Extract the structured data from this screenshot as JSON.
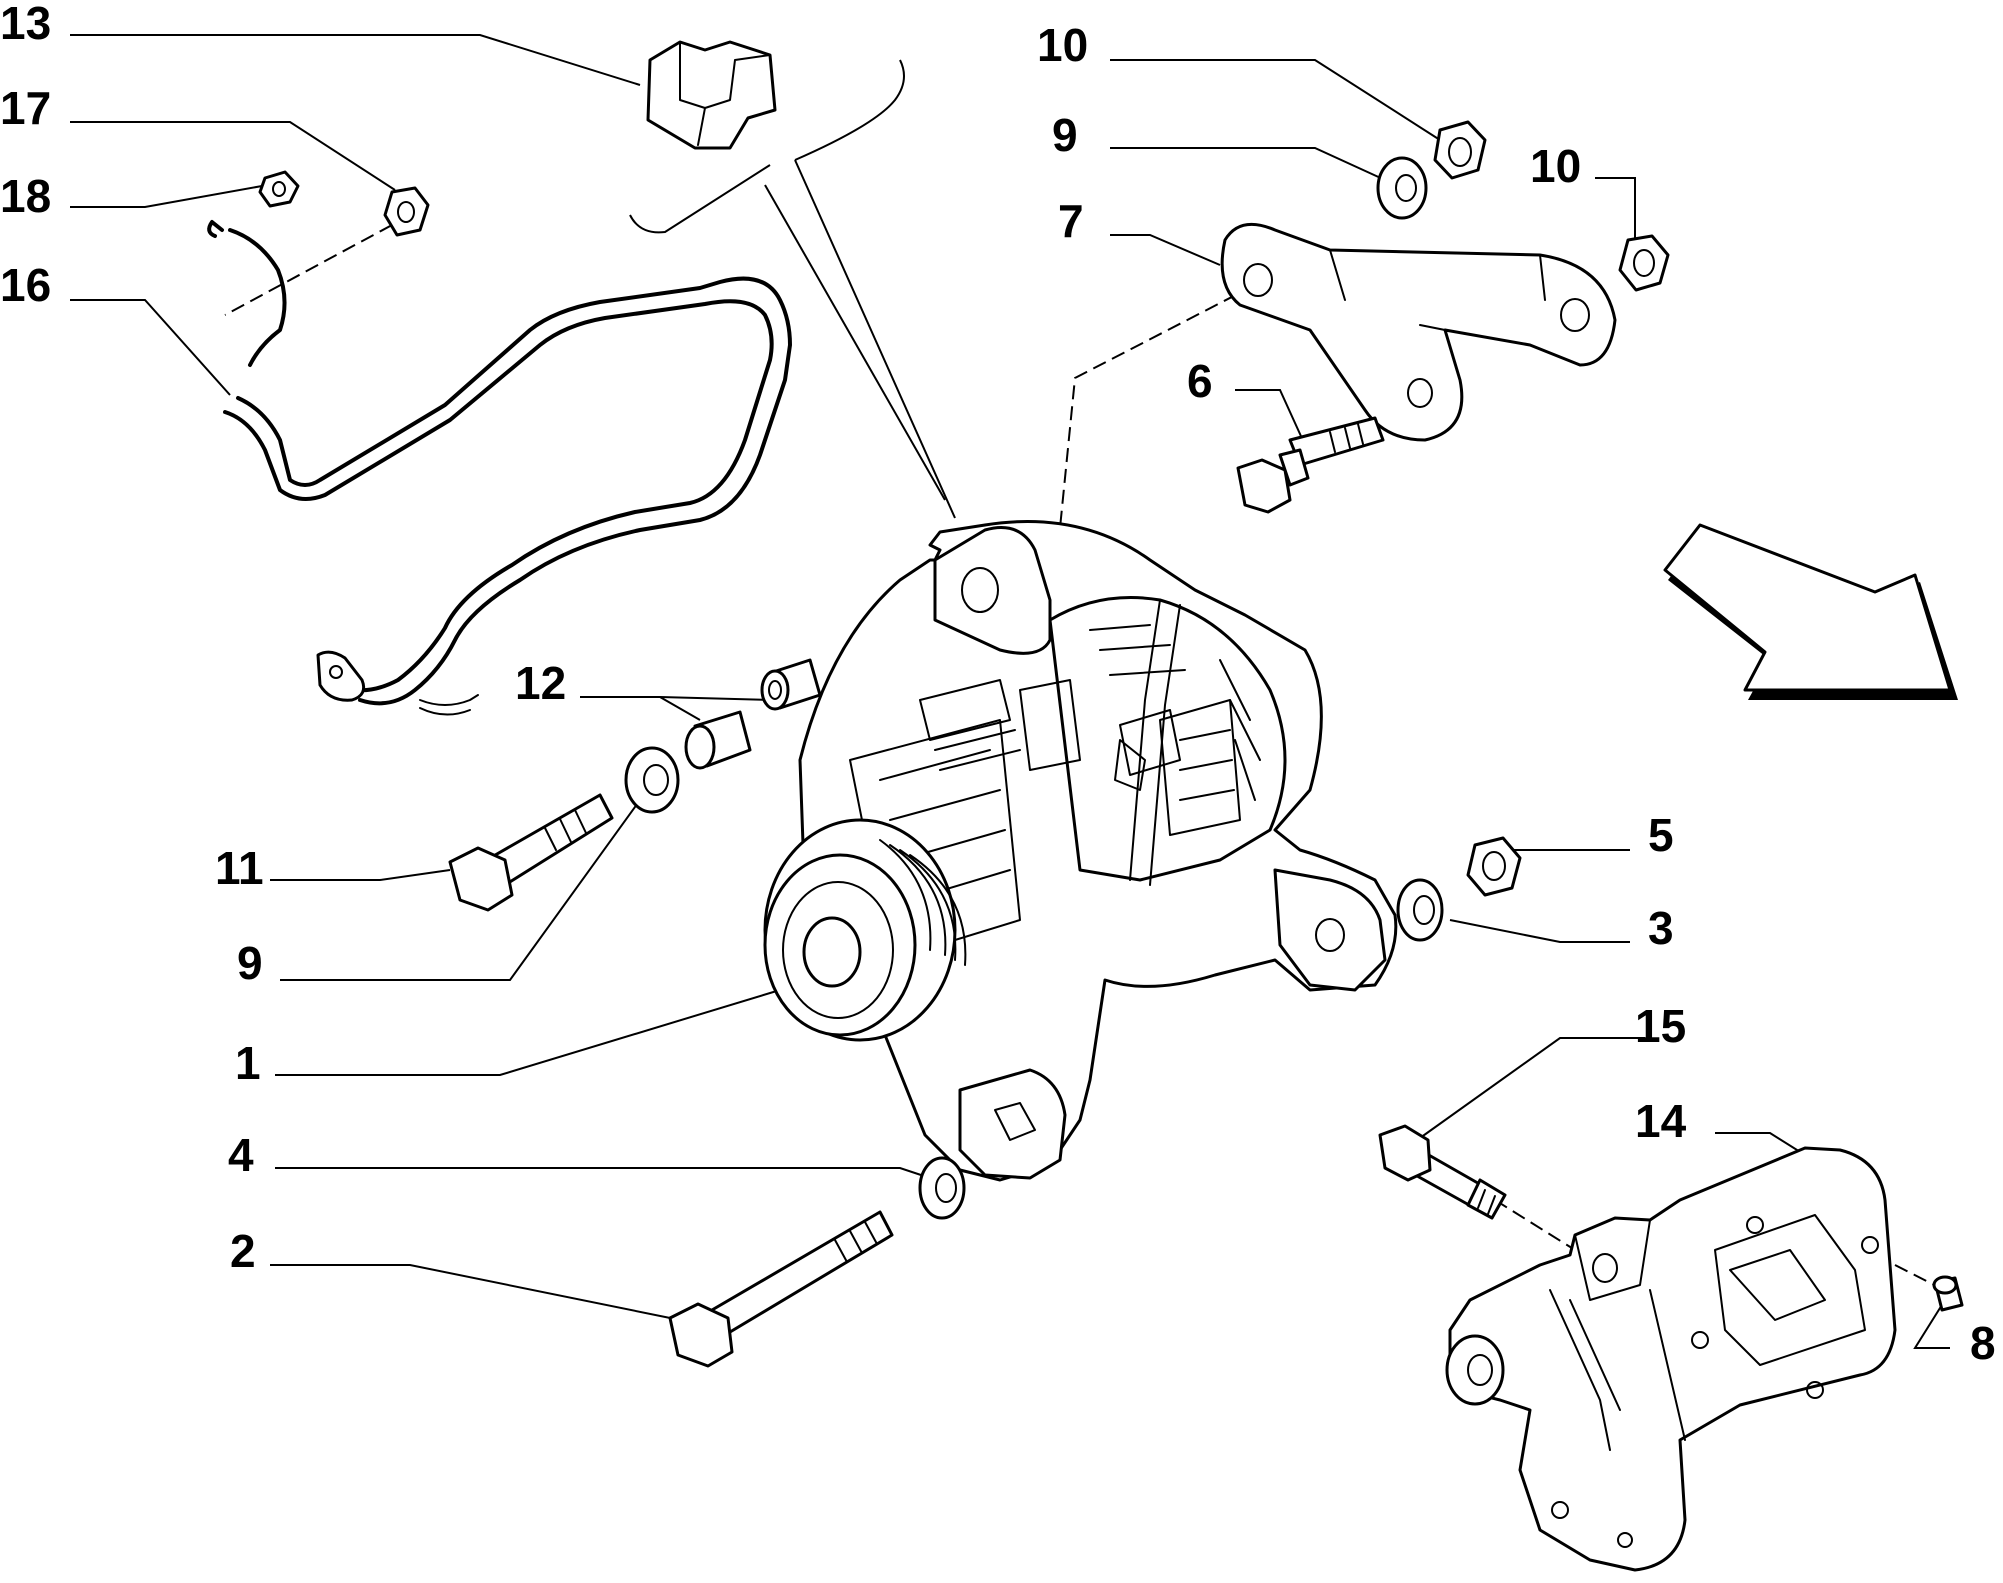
{
  "callouts": {
    "c1": "1",
    "c2": "2",
    "c3": "3",
    "c4": "4",
    "c5": "5",
    "c6": "6",
    "c7": "7",
    "c8": "8",
    "c9a": "9",
    "c9b": "9",
    "c10a": "10",
    "c10b": "10",
    "c11": "11",
    "c12": "12",
    "c13": "13",
    "c14": "14",
    "c15": "15",
    "c16": "16",
    "c17": "17",
    "c18": "18"
  }
}
